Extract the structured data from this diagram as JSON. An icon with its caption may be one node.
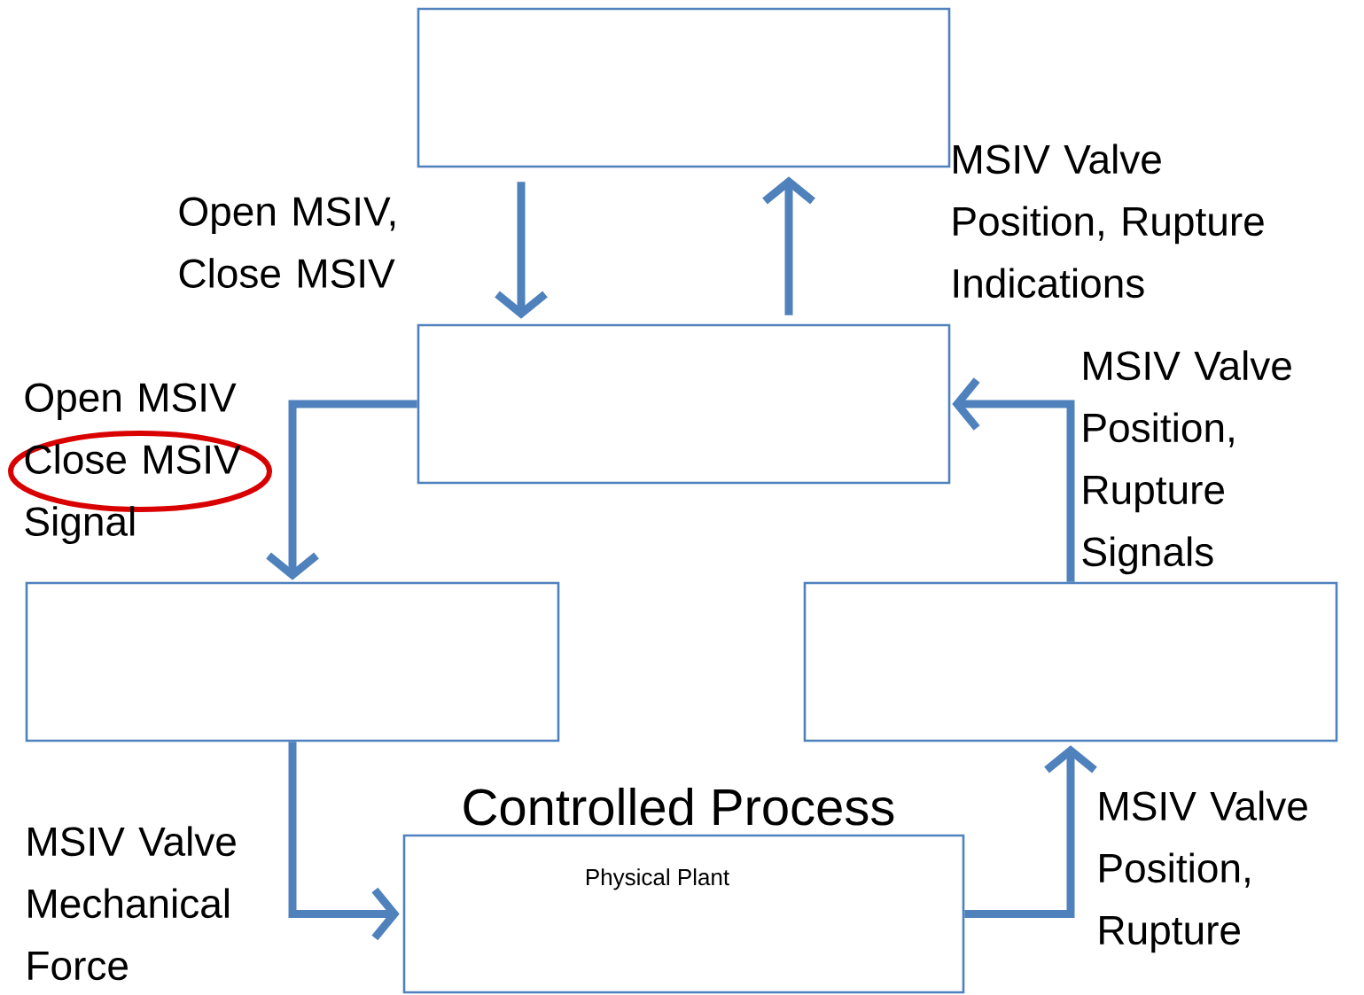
{
  "diagram": {
    "nodes": [
      {
        "text": [],
        "shape": "box"
      },
      {
        "text": [],
        "shape": "box"
      },
      {
        "text": [],
        "shape": "box"
      },
      {
        "text": [],
        "shape": "box"
      },
      {
        "text": [
          "Controlled Process",
          "Physical Plant"
        ]
      }
    ],
    "edges": [
      {
        "from": 0,
        "to": 1,
        "arrow": "to",
        "label": "Open MSIV, Close MSIV"
      },
      {
        "from": 1,
        "to": 0,
        "arrow": "to",
        "label": "MSIV Valve Position, Rupture Indications"
      },
      {
        "from": 1,
        "to": 2,
        "arrow": "to",
        "label": "Open MSIV Close MSIV Signal"
      },
      {
        "from": 2,
        "to": 4,
        "arrow": "to",
        "label": "MSIV Valve Mechanical Force"
      },
      {
        "from": 4,
        "to": 3,
        "arrow": "to",
        "label": "MSIV Valve Position, Rupture"
      },
      {
        "from": 3,
        "to": 1,
        "arrow": "to",
        "label": "MSIV Valve Position, Rupture Signals"
      }
    ]
  }
}
